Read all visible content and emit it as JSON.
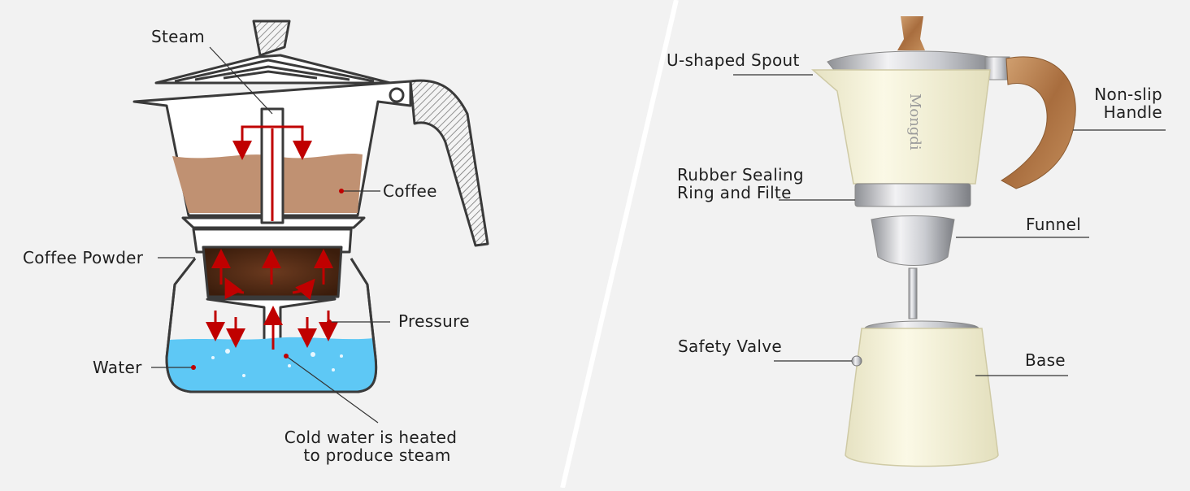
{
  "left_diagram": {
    "labels": {
      "steam": "Steam",
      "coffee": "Coffee",
      "coffee_powder": "Coffee Powder",
      "pressure": "Pressure",
      "water": "Water",
      "cold_water_line1": "Cold water is heated",
      "cold_water_line2": "to produce steam"
    }
  },
  "right_diagram": {
    "brand": "Mongdi",
    "labels": {
      "spout": "U-shaped Spout",
      "handle_line1": "Non-slip",
      "handle_line2": "Handle",
      "ring_line1": "Rubber Sealing",
      "ring_line2": "Ring and Filte",
      "funnel": "Funnel",
      "valve": "Safety Valve",
      "base": "Base"
    }
  },
  "colors": {
    "background": "#f2f2f2",
    "arrow": "#c00000",
    "coffee": "#c09172",
    "water": "#5ec8f5",
    "outline": "#3a3a3a",
    "pot_body": "#f4f1d9",
    "handle_wood": "#b07a4a"
  }
}
